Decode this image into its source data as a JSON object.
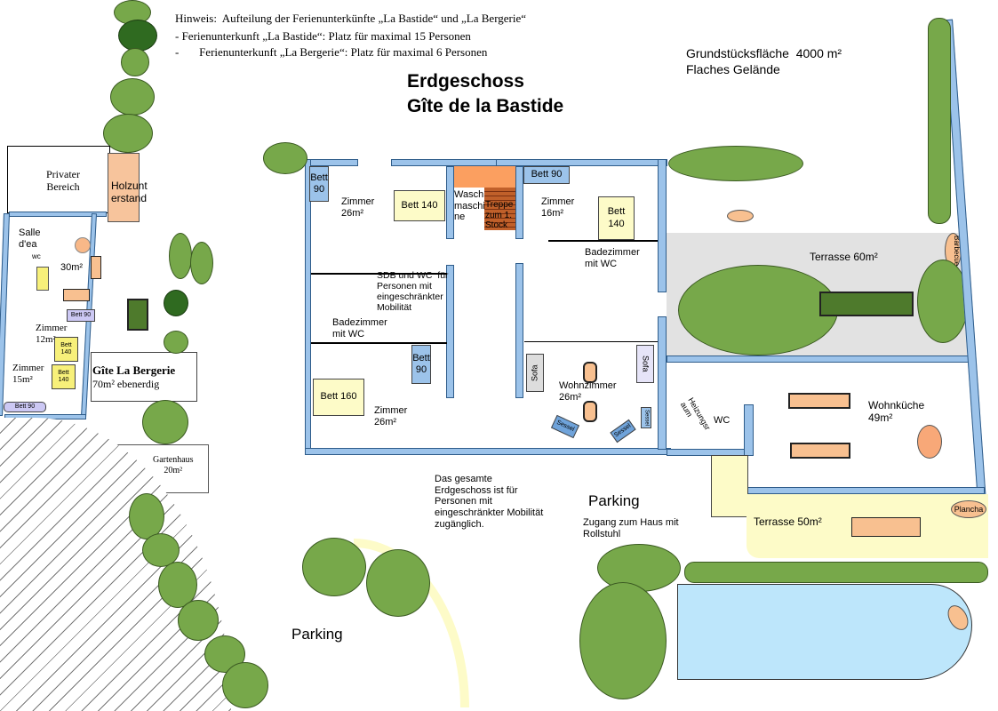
{
  "note": {
    "line1": "Hinweis:  Aufteilung der Ferienunterkünfte „La Bastide“ und „La Bergerie“",
    "line2": "- Ferienunterkunft „La Bastide“: Platz für maximal 15 Personen",
    "line3": "-       Ferienunterkunft „La Bergerie“: Platz für maximal 6 Personen"
  },
  "title": {
    "line1": "Erdgeschoss",
    "line2": "Gîte de la Bastide"
  },
  "site": {
    "area": "Grundstücksfläche  4000 m²",
    "terrain": "Flaches Gelände"
  },
  "bergerie": {
    "private": "Privater\nBereich",
    "wood": "Holzunt\nerstand",
    "salle": "Salle\nd'ea",
    "wc": "wc",
    "living": "30m²",
    "bed90a": "Bett\n90",
    "room12": "Zimmer\n12m²",
    "bed140a": "Bett\n140",
    "bed140b": "Bett\n140",
    "room15": "Zimmer\n15m²",
    "bed90b": "Bett 90",
    "name": "Gîte La Bergerie",
    "size": "70m² ebenerdig",
    "garden": "Gartenhaus\n20m²"
  },
  "bastide": {
    "r1": "Zimmer\n26m²",
    "bed90a": "Bett\n90",
    "bed140a": "Bett 140",
    "wash": "Wasch\nmaschi\nne",
    "stairs": "Treppe\nzum 1.\nStock",
    "bed90b": "Bett 90",
    "r2": "Zimmer\n16m²",
    "bed140b": "Bett 140",
    "bath1": "Badezimmer\nmit WC",
    "sdb": "SDB und WC  für\nPersonen mit\neingeschränkter\nMobilität",
    "bath2": "Badezimmer\nmit WC",
    "bed90c": "Bett\n90",
    "bed160": "Bett 160",
    "r3": "Zimmer\n26m²",
    "sofa1": "Sofa",
    "sofa2": "Sofa",
    "living": "Wohnzimmer\n26m²",
    "sessel1": "Sessel",
    "sessel2": "Sessel",
    "sessel3": "Sessel",
    "heat": "Heizungsr\naum",
    "wc": "WC",
    "kitchen": "Wohnküche\n49m²",
    "terrace60": "Terrasse 60m²",
    "barbecue": "Barbecue",
    "terrace50": "Terrasse 50m²",
    "plancha": "Plancha"
  },
  "access": {
    "info": "Das gesamte\nErdgeschoss ist für\nPersonen mit\neingeschränkter Mobilität\nzugänglich.",
    "parking1": "Parking",
    "ramp": "Zugang zum Haus mit\nRollstuhl",
    "parking2": "Parking"
  }
}
